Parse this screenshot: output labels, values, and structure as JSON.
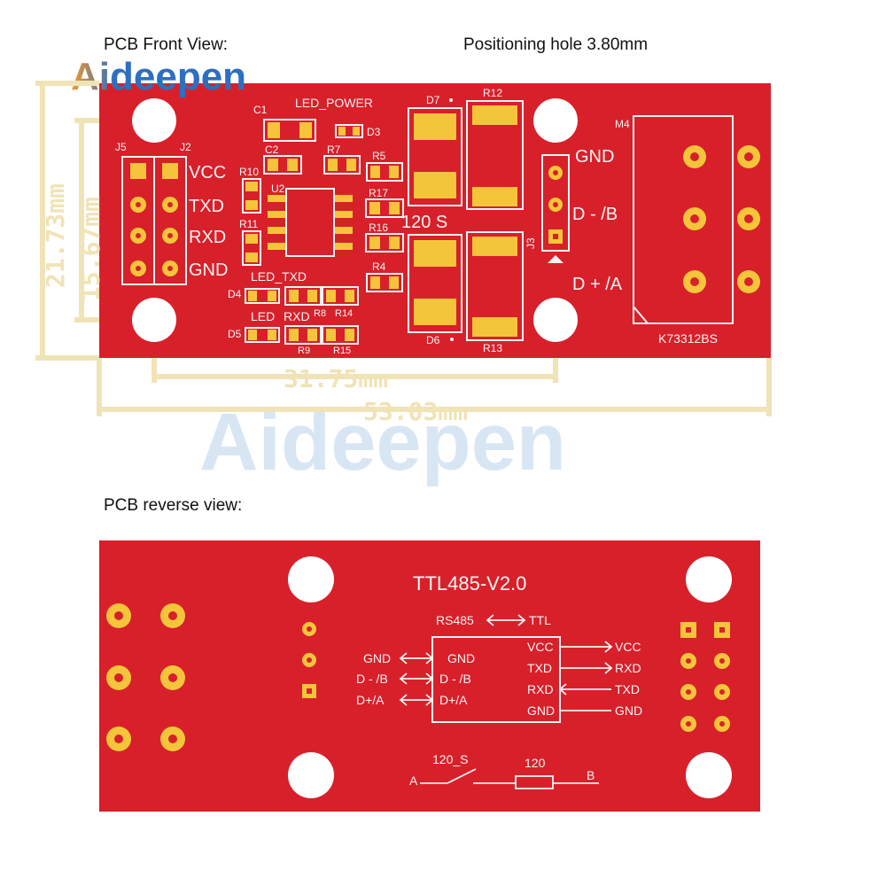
{
  "headers": {
    "front": "PCB Front View:",
    "hole": "Positioning hole 3.80mm",
    "reverse": "PCB reverse view:"
  },
  "brand": "Aideepen",
  "colors": {
    "board": "#d8202a",
    "pad": "#f4c53b",
    "silkscreen": "#f4f4f4",
    "dimension": "#f0e3b6"
  },
  "dimensions": {
    "height_outer": "21.73mm",
    "height_inner": "15.67mm",
    "hole_spacing": "31.75mm",
    "width": "53.03mm"
  },
  "front": {
    "labels": {
      "j5": "J5",
      "j2": "J2",
      "vcc": "VCC",
      "txd": "TXD",
      "rxd": "RXD",
      "gnd": "GND",
      "led_power": "LED_POWER",
      "c1": "C1",
      "d3": "D3",
      "c2": "C2",
      "r7": "R7",
      "r5": "R5",
      "r10": "R10",
      "u2": "U2",
      "r17": "R17",
      "r11": "R11",
      "r16": "R16",
      "r4": "R4",
      "led_txd": "LED_TXD",
      "d4": "D4",
      "led": "LED",
      "rxd2": "RXD",
      "r8": "R8",
      "r14": "R14",
      "d5": "D5",
      "r9": "R9",
      "r15": "R15",
      "d7": "D7",
      "r12": "R12",
      "s120": "120  S",
      "d6": "D6",
      "r13": "R13",
      "j3": "J3",
      "m4": "M4",
      "out_gnd": "GND",
      "out_db": "D - /B",
      "out_da": "D + /A",
      "connector": "K73312BS"
    }
  },
  "reverse": {
    "title": "TTL485-V2.0",
    "rs485_left": "RS485",
    "ttl": "TTL",
    "left_signals": [
      "GND",
      "D - /B",
      "D+/A"
    ],
    "chip_left": [
      "GND",
      "D - /B",
      "D+/A"
    ],
    "chip_right": [
      "VCC",
      "TXD",
      "RXD",
      "GND"
    ],
    "right_signals": [
      "VCC",
      "RXD",
      "TXD",
      "GND"
    ],
    "switch_label": "120_S",
    "resistor_label": "120",
    "end_a": "A",
    "end_b": "B"
  }
}
